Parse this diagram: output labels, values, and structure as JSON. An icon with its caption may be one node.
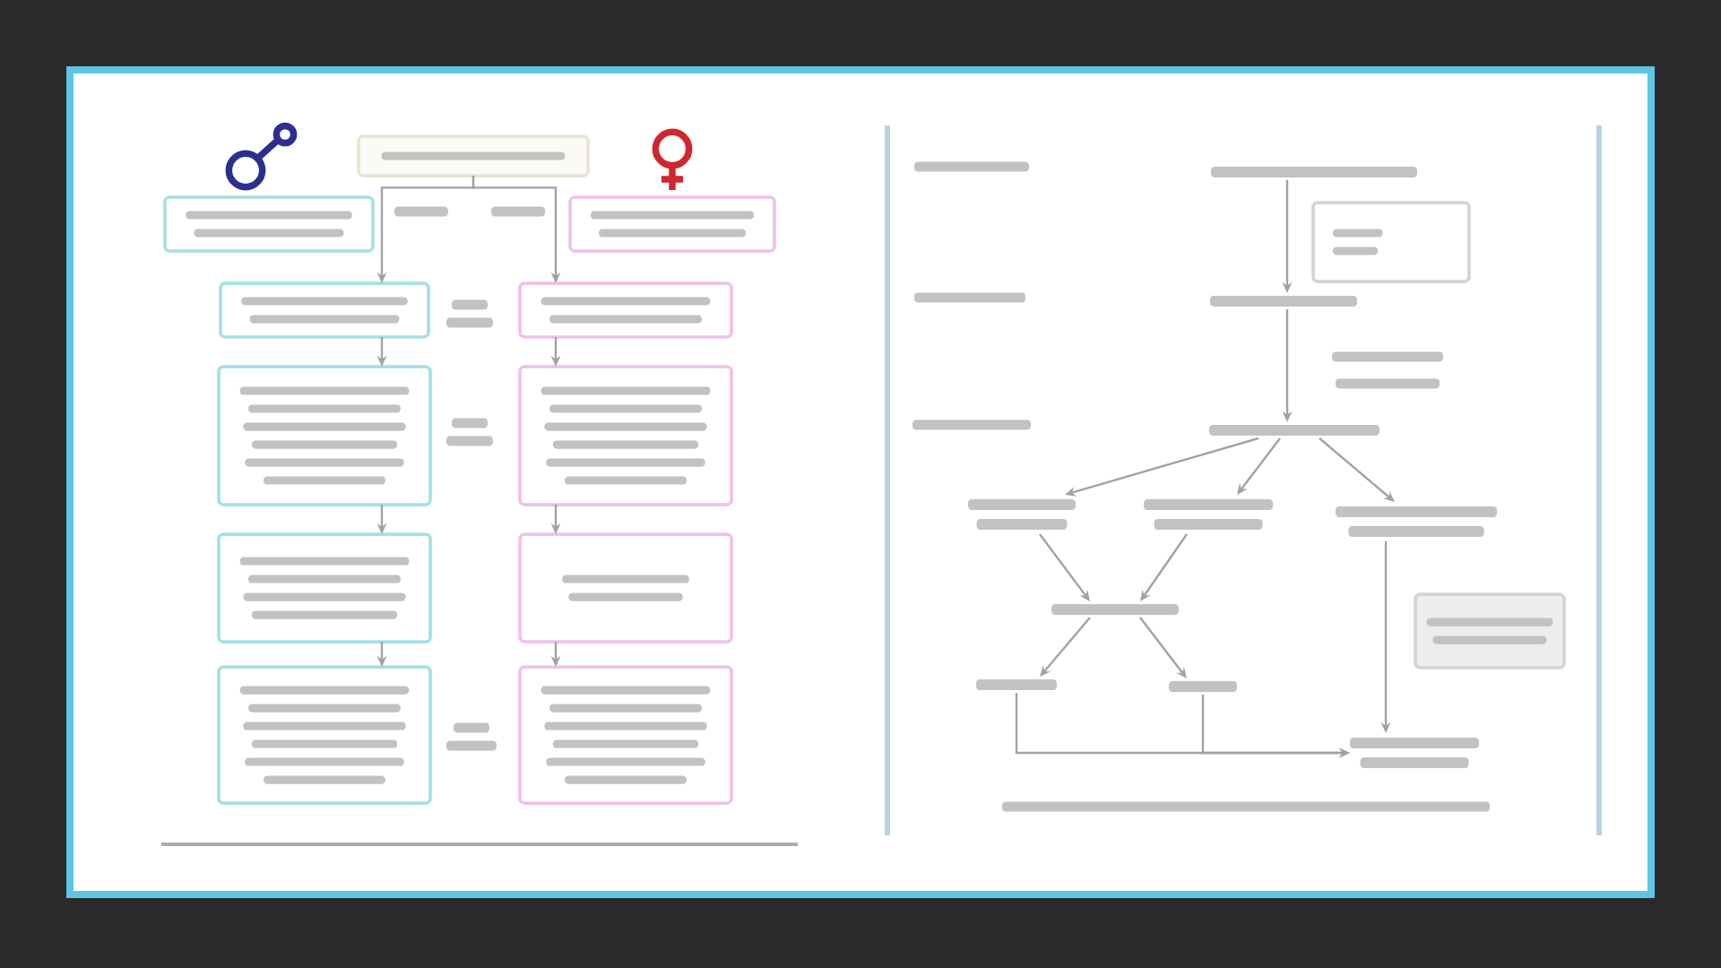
{
  "diagram": {
    "nodes": [
      {
        "text": [],
        "shape": "box"
      },
      {
        "text": [],
        "shape": "box"
      },
      {
        "text": [],
        "shape": "box"
      },
      {
        "text": [],
        "shape": "box"
      },
      {
        "text": [],
        "shape": "box"
      },
      {
        "text": [],
        "shape": "box"
      },
      {
        "text": [],
        "shape": "box"
      },
      {
        "text": [],
        "shape": "box"
      },
      {
        "text": [],
        "shape": "box"
      },
      {
        "text": [],
        "shape": "box"
      },
      {
        "text": [],
        "shape": "box"
      },
      {
        "text": [],
        "shape": "bar"
      },
      {
        "text": [],
        "shape": "box"
      },
      {
        "text": [],
        "shape": "bar"
      },
      {
        "text": [],
        "shape": "bar"
      },
      {
        "text": [],
        "shape": "bar"
      },
      {
        "text": [],
        "shape": "bar"
      },
      {
        "text": [],
        "shape": "bar"
      },
      {
        "text": [],
        "shape": "bar"
      },
      {
        "text": [],
        "shape": "box"
      },
      {
        "text": [],
        "shape": "bar"
      },
      {
        "text": [],
        "shape": "bar"
      },
      {
        "text": [],
        "shape": "bar"
      }
    ],
    "edges": [
      {
        "from": 0,
        "to": 3,
        "arrow": "to"
      },
      {
        "from": 0,
        "to": 4,
        "arrow": "to"
      },
      {
        "from": 3,
        "to": 5,
        "arrow": "to"
      },
      {
        "from": 4,
        "to": 6,
        "arrow": "to"
      },
      {
        "from": 5,
        "to": 7,
        "arrow": "to"
      },
      {
        "from": 6,
        "to": 8,
        "arrow": "to"
      },
      {
        "from": 7,
        "to": 9,
        "arrow": "to"
      },
      {
        "from": 8,
        "to": 10,
        "arrow": "to"
      },
      {
        "from": 11,
        "to": 13,
        "arrow": "to"
      },
      {
        "from": 13,
        "to": 14,
        "arrow": "to"
      },
      {
        "from": 14,
        "to": 15,
        "arrow": "to"
      },
      {
        "from": 14,
        "to": 16,
        "arrow": "to"
      },
      {
        "from": 14,
        "to": 17,
        "arrow": "to"
      },
      {
        "from": 15,
        "to": 18,
        "arrow": "to"
      },
      {
        "from": 16,
        "to": 18,
        "arrow": "to"
      },
      {
        "from": 18,
        "to": 20,
        "arrow": "to"
      },
      {
        "from": 18,
        "to": 21,
        "arrow": "to"
      },
      {
        "from": 17,
        "to": 22,
        "arrow": "to"
      },
      {
        "from": 20,
        "to": 22,
        "arrow": "to"
      },
      {
        "from": 21,
        "to": 22,
        "arrow": "to"
      }
    ]
  }
}
